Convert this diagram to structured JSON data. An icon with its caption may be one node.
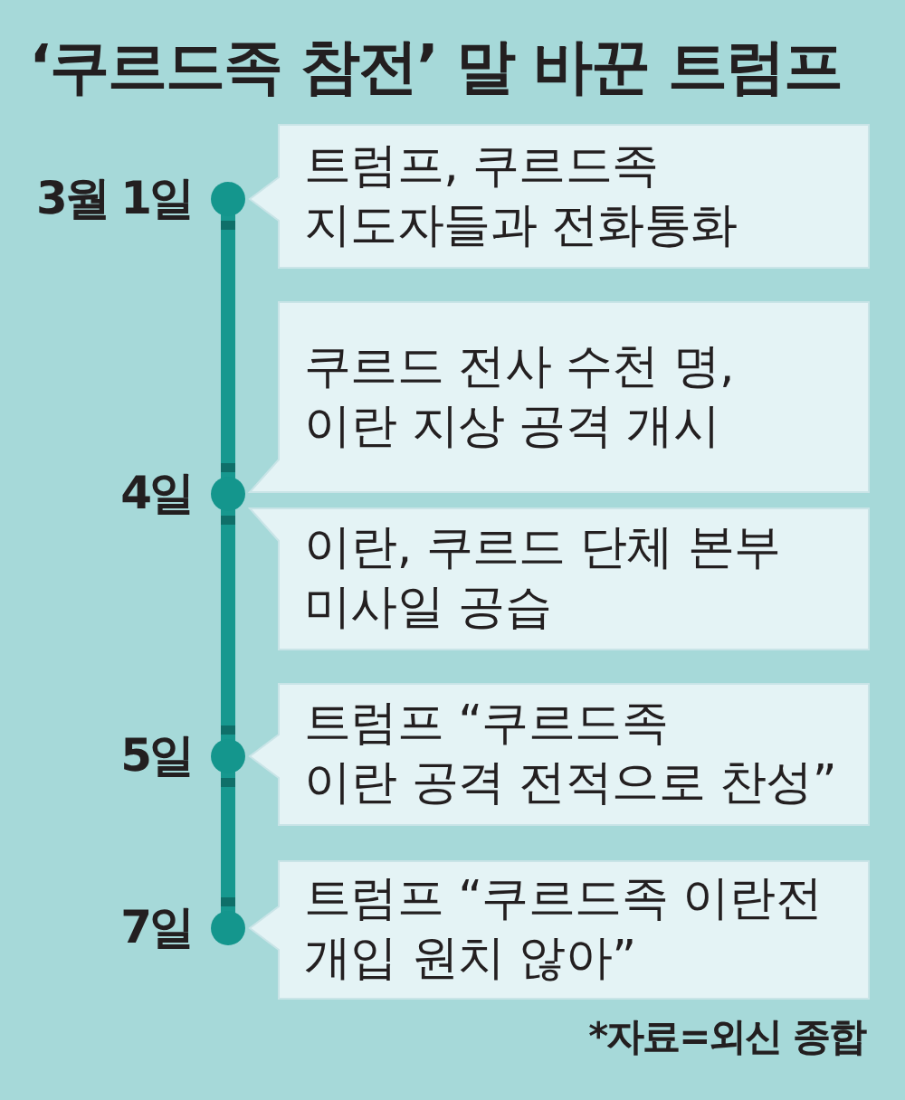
{
  "diagram": {
    "title": "‘쿠르드족 참전’ 말 바꾼 트럼프",
    "nodes": [
      {
        "text": [
          "트럼프, 쿠르드족 지도자들과 전화통화"
        ]
      },
      {
        "text": [
          "쿠르드 전사 수천 명, 이란 지상 공격 개시"
        ]
      },
      {
        "text": [
          "이란, 쿠르드 단체 본부 미사일 공습"
        ]
      },
      {
        "text": [
          "트럼프 “쿠르드족 이란 공격 전적으로 찬성”"
        ]
      },
      {
        "text": [
          "트럼프 “쿠르드족 이란전 개입 원치 않아”"
        ]
      }
    ],
    "labels": [
      "3월 1일",
      "4일",
      "5일",
      "7일",
      "*자료=외신 종합"
    ]
  }
}
